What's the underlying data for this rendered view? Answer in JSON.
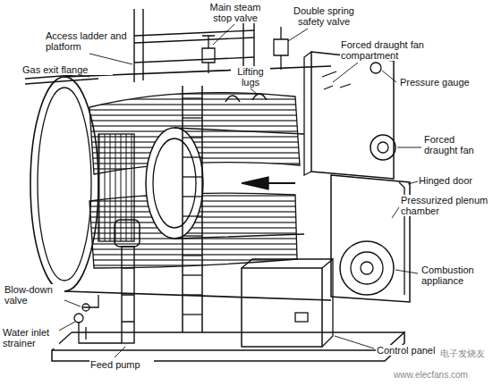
{
  "diagram": {
    "labels": [
      "Main steam stop valve",
      "Double spring safety valve",
      "Access ladder and platform",
      "Forced draught fan compartment",
      "Gas exit flange",
      "Lifting lugs",
      "Pressure gauge",
      "Forced draught fan",
      "Hinged door",
      "Pressurized plenum chamber",
      "Combustion appliance",
      "Blow-down valve",
      "Water inlet strainer",
      "Feed pump",
      "Control panel",
      "电子发烧友",
      "www.elecfans.com"
    ]
  }
}
